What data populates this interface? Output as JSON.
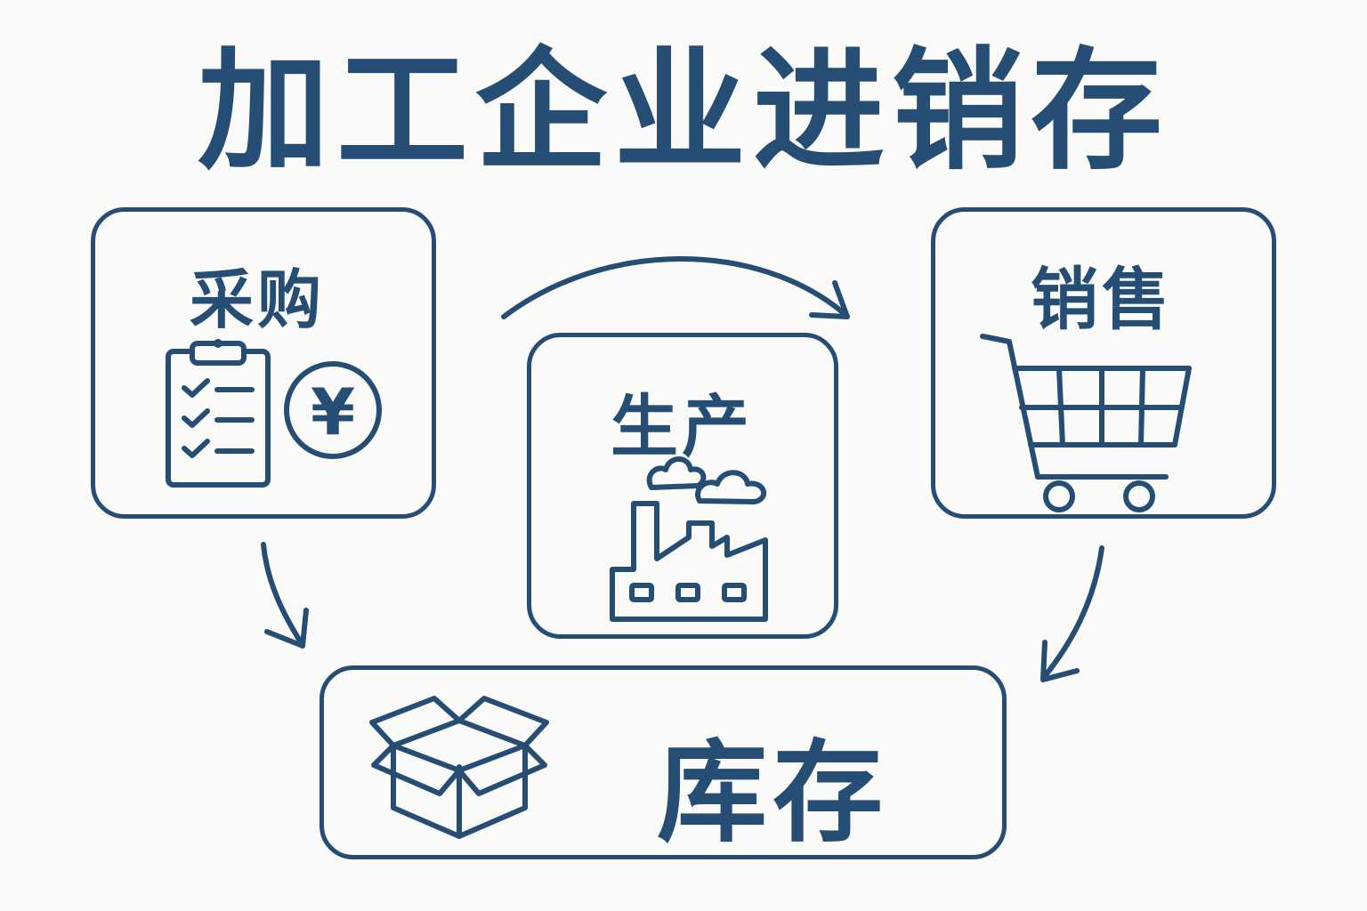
{
  "title": "加工企业进销存",
  "nodes": {
    "purchase": {
      "label": "采购",
      "icons": [
        "clipboard-checklist-icon",
        "yen-coin-icon"
      ],
      "coin_symbol": "¥"
    },
    "production": {
      "label": "生产",
      "icons": [
        "factory-icon"
      ]
    },
    "sales": {
      "label": "销售",
      "icons": [
        "shopping-cart-icon"
      ]
    },
    "inventory": {
      "label": "库存",
      "icons": [
        "box-icon"
      ]
    }
  },
  "edges": [
    {
      "from": "purchase",
      "to": "inventory"
    },
    {
      "from": "purchase",
      "to": "sales",
      "over": "production"
    },
    {
      "from": "sales",
      "to": "inventory"
    }
  ],
  "colors": {
    "primary": "#264d73",
    "background": "#fafaf8"
  }
}
